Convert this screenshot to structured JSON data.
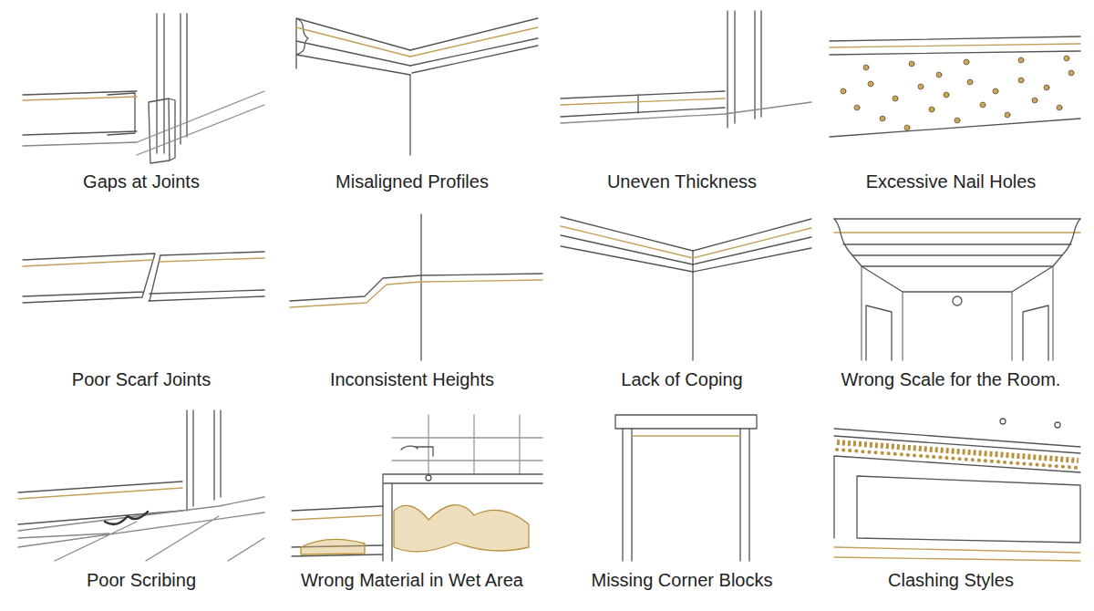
{
  "diagram": {
    "labels": [
      "Gaps at Joints",
      "Misaligned Profiles",
      "Uneven Thickness",
      "Excessive Nail Holes",
      "Poor Scarf Joints",
      "Inconsistent Heights",
      "Lack of Coping",
      "Wrong Scale for the Room.",
      "Poor Scribing",
      "Wrong Material in Wet Area",
      "Missing Corner Blocks",
      "Clashing Styles"
    ]
  }
}
